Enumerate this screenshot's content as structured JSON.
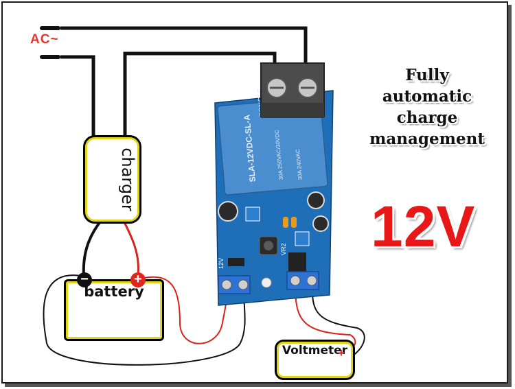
{
  "labels": {
    "ac": "AC~",
    "title_line1": "Fully automatic",
    "title_line2": "charge",
    "title_line3": "management",
    "voltage": "12V",
    "charger": "charger",
    "battery": "battery",
    "voltmeter": "Voltmeter",
    "battery_neg": "−",
    "battery_pos": "+",
    "voltmeter_pos": "+",
    "relay_brand": "SONGLE",
    "relay_model": "SLA-12VDC-SL-A",
    "relay_spec1": "30A 250VAC/30VDC",
    "relay_spec2": "30A 240VAC",
    "input_label": "12V",
    "pot_label": "VR2"
  },
  "colors": {
    "wire_black": "#111111",
    "wire_red": "#d8231c",
    "pcb_blue": "#1f6fb8",
    "relay_blue": "#4a8ed0",
    "label_red": "#e8342b",
    "box_yellow": "#e0d51a"
  }
}
